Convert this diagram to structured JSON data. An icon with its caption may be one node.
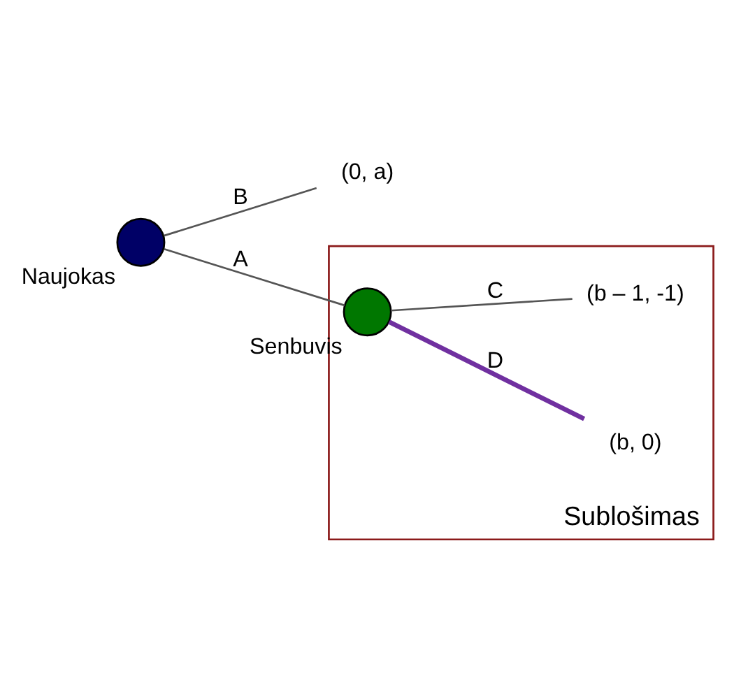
{
  "diagram": {
    "nodes": [
      {
        "text": [
          "(0, a)"
        ]
      },
      {
        "text": [
          "Naujokas"
        ]
      },
      {
        "text": [
          "Sublošimas"
        ]
      },
      {
        "text": [
          "(b, 0)"
        ],
        "in": 2
      },
      {
        "text": [
          "Senbuvis"
        ],
        "in": 2
      },
      {
        "text": [
          "(b – 1, -1)"
        ],
        "in": 2
      }
    ],
    "edges": [
      {
        "from": 1,
        "to": 0,
        "arrow": "none",
        "label": "B"
      },
      {
        "from": 1,
        "to": 4,
        "arrow": "none",
        "label": "A"
      },
      {
        "from": 4,
        "to": 3,
        "arrow": "none",
        "label": "D",
        "style": "thick",
        "color": "#7030a0"
      },
      {
        "from": 4,
        "to": 5,
        "arrow": "none",
        "label": "C"
      }
    ]
  }
}
